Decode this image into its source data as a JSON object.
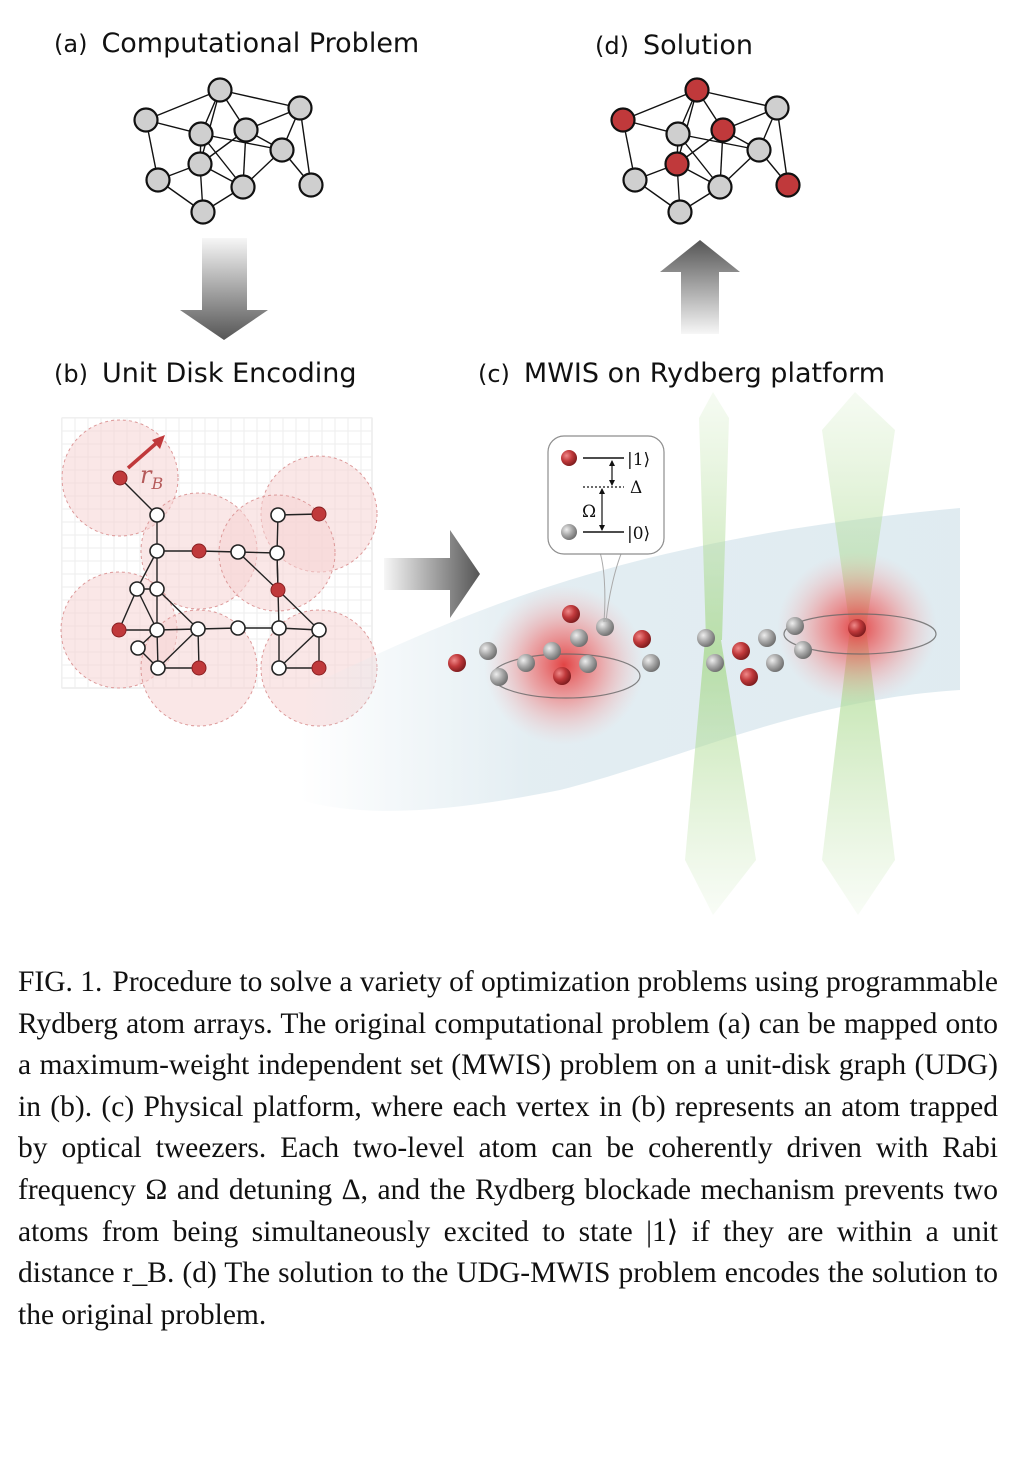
{
  "panels": {
    "a": {
      "tag": "(a)",
      "title": "Computational Problem"
    },
    "b": {
      "tag": "(b)",
      "title": "Unit Disk Encoding",
      "radius_symbol": "r",
      "radius_subscript": "B"
    },
    "c": {
      "tag": "(c)",
      "title": "MWIS on Rydberg platform",
      "state_one": "|1⟩",
      "state_zero": "|0⟩",
      "detuning_symbol": "Δ",
      "rabi_symbol": "Ω"
    },
    "d": {
      "tag": "(d)",
      "title": "Solution"
    }
  },
  "colors": {
    "red_vertex": "#c0393b",
    "gray_vertex": "#cfcfcf",
    "arrow_dark": "#555555",
    "disk_fill": "#f6d3d3",
    "beam_green": "#bfe3a9",
    "sheet_blue": "#dce9ef"
  },
  "caption": {
    "label": "FIG. 1.",
    "text": "Procedure to solve a variety of optimization problems using programmable Rydberg atom arrays. The original computational problem (a) can be mapped onto a maximum-weight independent set (MWIS) problem on a unit-disk graph (UDG) in (b). (c) Physical platform, where each vertex in (b) represents an atom trapped by optical tweezers. Each two-level atom can be coherently driven with Rabi frequency Ω and detuning Δ, and the Rydberg blockade mechanism prevents two atoms from being simultaneously excited to state |1⟩ if they are within a unit distance r_B. (d) The solution to the UDG-MWIS problem encodes the solution to the original problem."
  }
}
